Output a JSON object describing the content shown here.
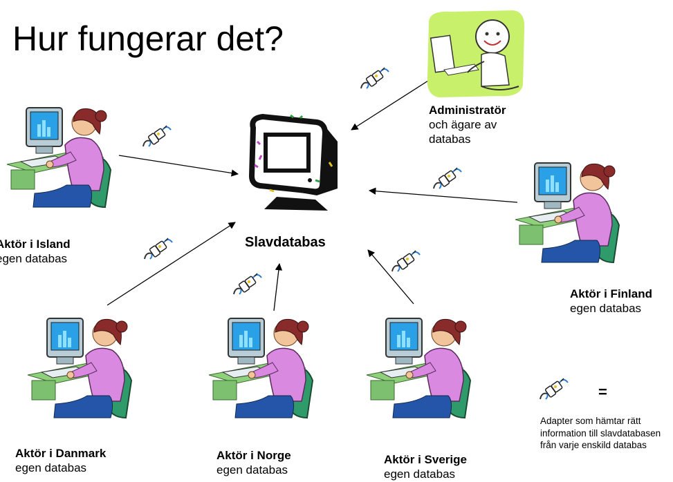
{
  "title": "Hur fungerar det?",
  "center": {
    "label": "Slavdatabas"
  },
  "admin": {
    "bold": "Administratör",
    "line2": "och ägare av",
    "line3": "databas"
  },
  "actors": {
    "island": {
      "bold": "Aktör i Island",
      "sub": "egen databas"
    },
    "finland": {
      "bold": "Aktör i Finland",
      "sub": "egen databas"
    },
    "danmark": {
      "bold": "Aktör i Danmark",
      "sub": "egen databas"
    },
    "norge": {
      "bold": "Aktör i Norge",
      "sub": "egen databas"
    },
    "sverige": {
      "bold": "Aktör i Sverige",
      "sub": "egen databas"
    }
  },
  "legend": {
    "equals": "=",
    "text": "Adapter som hämtar rätt information till slavdatabasen från varje enskild databas"
  },
  "colors": {
    "shirt": "#d98ae0",
    "hair": "#8a2b2b",
    "skin": "#f2c49b",
    "chair": "#2f9a6a",
    "monitor": "#b8cdd6",
    "screen": "#2aa0e6",
    "admin_bg": "#c8f06a",
    "arrow": "#000000"
  }
}
